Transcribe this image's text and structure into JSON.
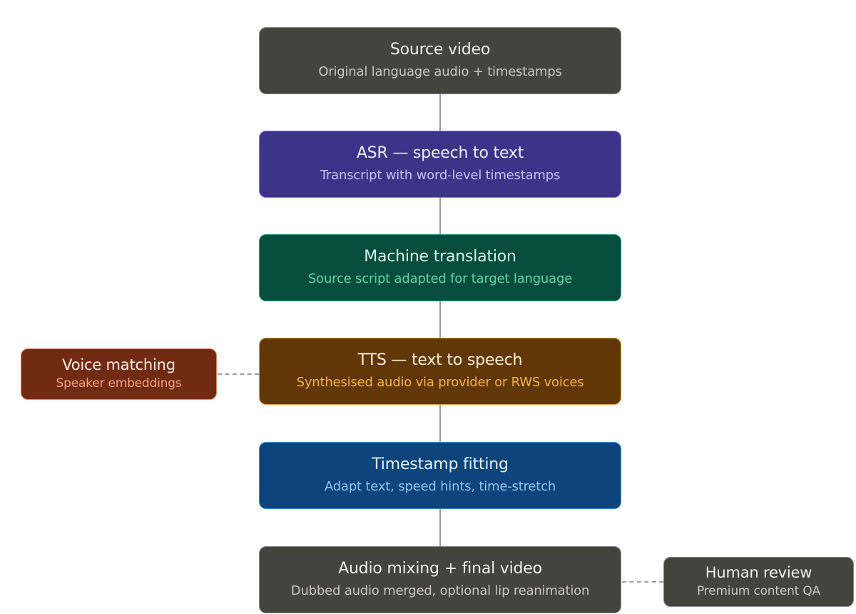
{
  "diagram": {
    "type": "flowchart",
    "pipeline": [
      {
        "id": "source-video",
        "title": "Source video",
        "subtitle": "Original language audio + timestamps",
        "color": "#44443f"
      },
      {
        "id": "asr",
        "title": "ASR — speech to text",
        "subtitle": "Transcript with word-level timestamps",
        "color": "#3c3488"
      },
      {
        "id": "machine-translation",
        "title": "Machine translation",
        "subtitle": "Source script adapted for target language",
        "color": "#064d3e"
      },
      {
        "id": "tts",
        "title": "TTS — text to speech",
        "subtitle": "Synthesised audio via provider or RWS voices",
        "color": "#613707"
      },
      {
        "id": "timestamp-fitting",
        "title": "Timestamp fitting",
        "subtitle": "Adapt text, speed hints, time-stretch",
        "color": "#0c447b"
      },
      {
        "id": "audio-mixing",
        "title": "Audio mixing + final video",
        "subtitle": "Dubbed audio merged, optional lip reanimation",
        "color": "#44443f"
      }
    ],
    "side_nodes": [
      {
        "id": "voice-matching",
        "title": "Voice matching",
        "subtitle": "Speaker embeddings",
        "attached_to": "tts",
        "side": "left",
        "color": "#722b13"
      },
      {
        "id": "human-review",
        "title": "Human review",
        "subtitle": "Premium content QA",
        "attached_to": "audio-mixing",
        "side": "right",
        "color": "#44443f"
      }
    ],
    "edges": [
      {
        "from": "source-video",
        "to": "asr",
        "style": "solid"
      },
      {
        "from": "asr",
        "to": "machine-translation",
        "style": "solid"
      },
      {
        "from": "machine-translation",
        "to": "tts",
        "style": "solid"
      },
      {
        "from": "tts",
        "to": "timestamp-fitting",
        "style": "solid"
      },
      {
        "from": "timestamp-fitting",
        "to": "audio-mixing",
        "style": "solid"
      },
      {
        "from": "voice-matching",
        "to": "tts",
        "style": "dashed"
      },
      {
        "from": "audio-mixing",
        "to": "human-review",
        "style": "dashed"
      }
    ]
  }
}
